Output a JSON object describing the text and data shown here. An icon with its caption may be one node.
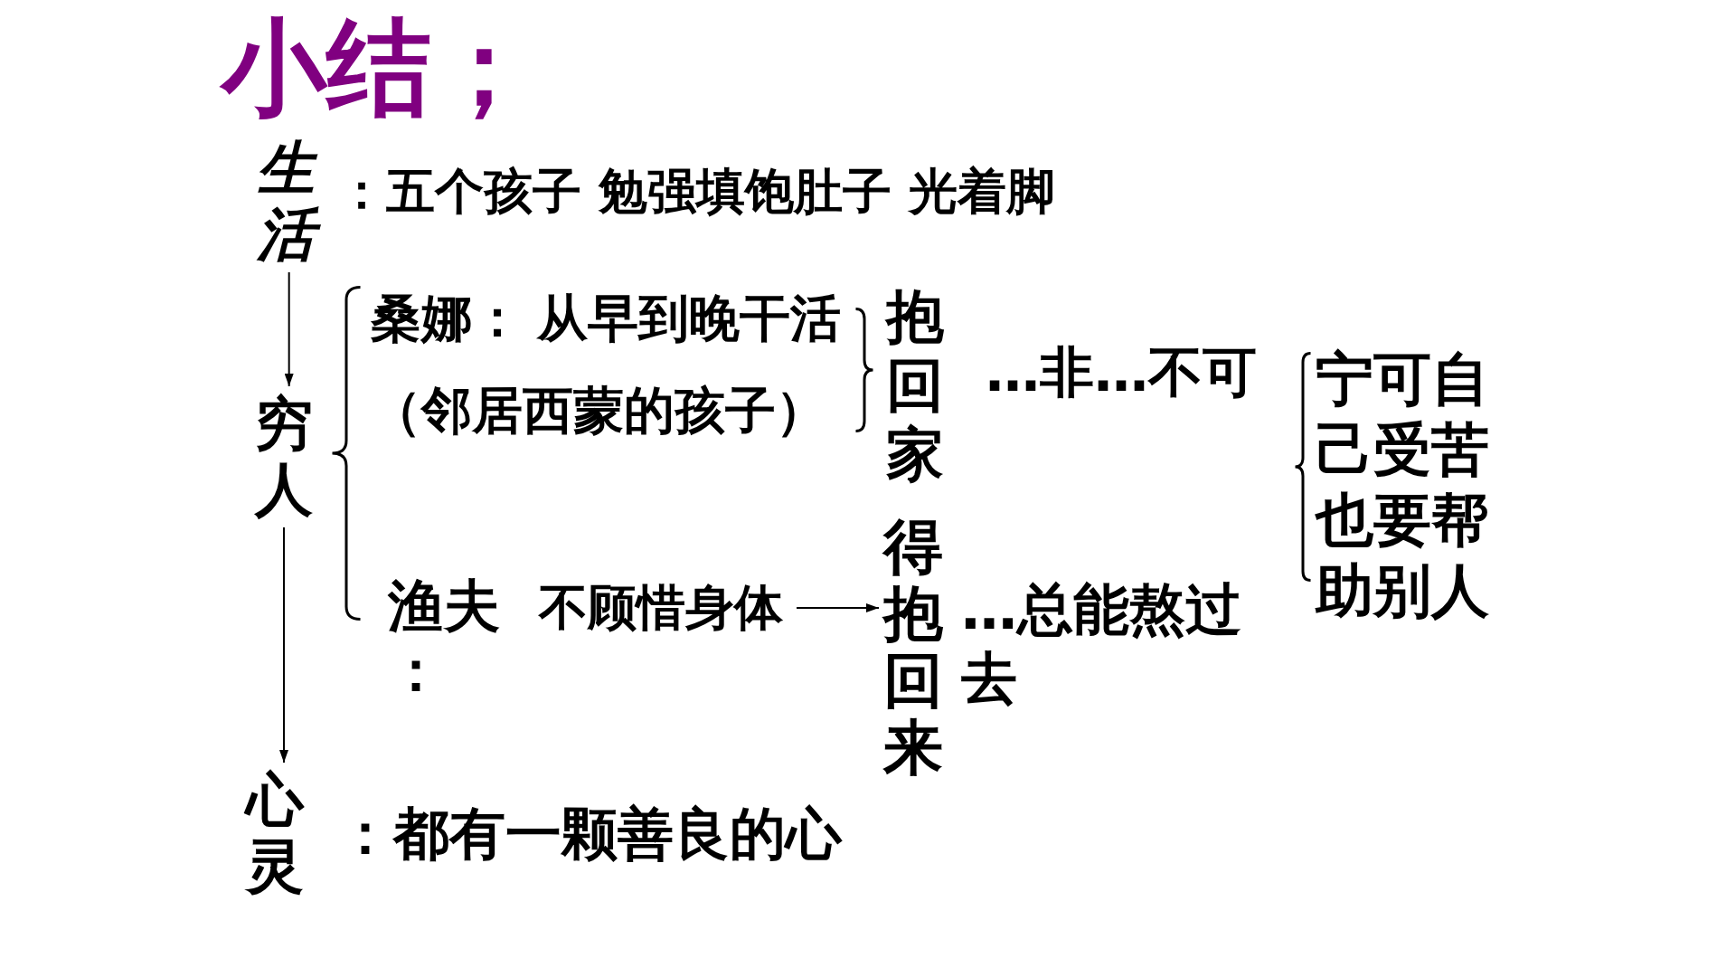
{
  "diagram": {
    "title": "小结；",
    "nodes": [
      {
        "text": [
          "生活"
        ],
        "beside": [
          "：五个孩子 勉强填饱肚子 光着脚"
        ]
      },
      {
        "text": [
          "穷人"
        ]
      },
      {
        "text": [
          "心灵"
        ],
        "beside": [
          "：都有一颗善良的心"
        ]
      },
      {
        "text": [
          "不顾惜身体"
        ]
      },
      {
        "text": [
          "得抱回来"
        ]
      }
    ],
    "edges": [
      {
        "from": 0,
        "to": 1,
        "arrow": "to"
      },
      {
        "from": 1,
        "to": 2,
        "arrow": "to"
      },
      {
        "from": 3,
        "to": 4,
        "arrow": "to"
      }
    ],
    "labels": [
      "桑娜：",
      "从早到晚干活",
      "（邻居西蒙的孩子）",
      "抱回家",
      "…非…不可",
      "渔夫：",
      "…总能熬过去",
      "宁可自己受苦也要帮助别人"
    ]
  }
}
